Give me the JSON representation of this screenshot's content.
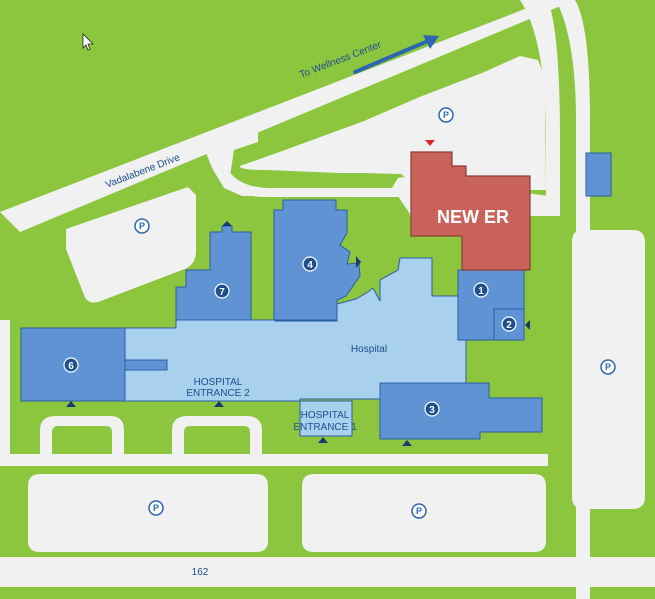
{
  "map": {
    "background": "#8cc63f",
    "road_color": "#f1f1f1",
    "lot_outline": "#d7e8c0",
    "building_color": "#5f93d4",
    "hospital_color": "#a9d0ec",
    "new_er_color": "#c8625a",
    "pointer_icon": "mouse-pointer-icon",
    "labels": {
      "wellness_center": "To Wellness Center",
      "vadalabene_drive": "Vadalabene Drive",
      "new_er": "NEW ER",
      "hospital": "Hospital",
      "hospital_entrance_2_line1": "HOSPITAL",
      "hospital_entrance_2_line2": "ENTRANCE 2",
      "hospital_entrance_1_line1": "HOSPITAL",
      "hospital_entrance_1_line2": "ENTRANCE 1",
      "route_162": "162"
    },
    "buildings": [
      {
        "name": "building-1",
        "label": "1"
      },
      {
        "name": "building-2",
        "label": "2"
      },
      {
        "name": "building-3",
        "label": "3"
      },
      {
        "name": "building-4",
        "label": "4"
      },
      {
        "name": "building-6",
        "label": "6"
      },
      {
        "name": "building-7",
        "label": "7"
      }
    ],
    "parking": [
      {
        "name": "parking-north",
        "label": "P"
      },
      {
        "name": "parking-west",
        "label": "P"
      },
      {
        "name": "parking-east",
        "label": "P"
      },
      {
        "name": "parking-south-west",
        "label": "P"
      },
      {
        "name": "parking-south-east",
        "label": "P"
      }
    ]
  }
}
